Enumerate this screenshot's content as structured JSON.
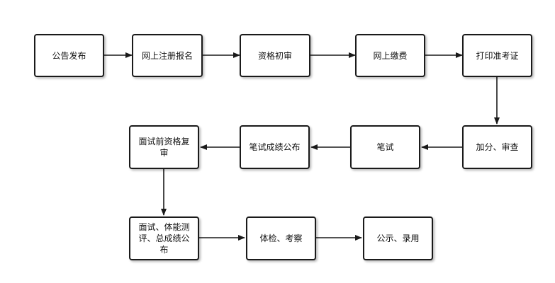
{
  "diagram": {
    "nodes": [
      {
        "id": "n1",
        "label": "公告发布"
      },
      {
        "id": "n2",
        "label": "网上注册报名"
      },
      {
        "id": "n3",
        "label": "资格初审"
      },
      {
        "id": "n4",
        "label": "网上缴费"
      },
      {
        "id": "n5",
        "label": "打印准考证"
      },
      {
        "id": "n6",
        "label": "加分、审查"
      },
      {
        "id": "n7",
        "label": "笔试"
      },
      {
        "id": "n8",
        "label": "笔试成绩公布"
      },
      {
        "id": "n9",
        "label": "面试前资格复审"
      },
      {
        "id": "n10",
        "label": "面试、体能测评、总成绩公布"
      },
      {
        "id": "n11",
        "label": "体检、考察"
      },
      {
        "id": "n12",
        "label": "公示、录用"
      }
    ],
    "edges": [
      {
        "from": "n1",
        "to": "n2"
      },
      {
        "from": "n2",
        "to": "n3"
      },
      {
        "from": "n3",
        "to": "n4"
      },
      {
        "from": "n4",
        "to": "n5"
      },
      {
        "from": "n5",
        "to": "n6"
      },
      {
        "from": "n6",
        "to": "n7"
      },
      {
        "from": "n7",
        "to": "n8"
      },
      {
        "from": "n8",
        "to": "n9"
      },
      {
        "from": "n9",
        "to": "n10"
      },
      {
        "from": "n10",
        "to": "n11"
      },
      {
        "from": "n11",
        "to": "n12"
      }
    ],
    "colors": {
      "stroke": "#1a1a1a",
      "fill": "#ffffff",
      "text": "#111111"
    }
  }
}
